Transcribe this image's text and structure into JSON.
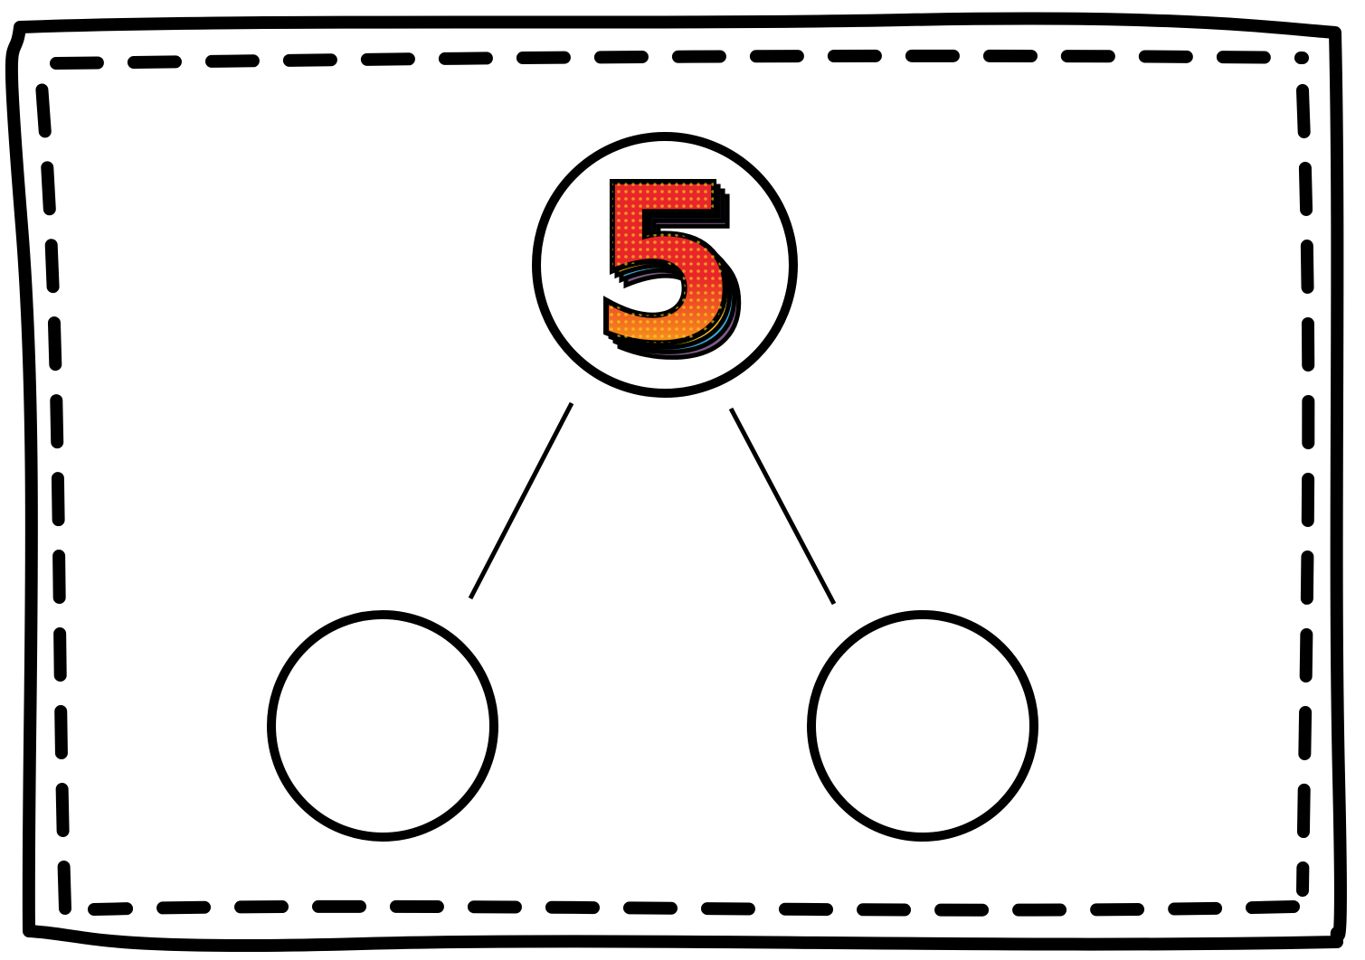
{
  "worksheet": {
    "whole_number": "5",
    "left_part": "",
    "right_part": ""
  },
  "colors": {
    "ink": "#000000",
    "paper": "#ffffff",
    "digit_fill_top": "#e8262a",
    "digit_fill_bottom": "#ffe11a",
    "digit_shadow_blue": "#3aa7d9",
    "digit_shadow_purple": "#7b5c86",
    "digit_highlight": "#f6c21a"
  },
  "icons": {
    "frame": "stitched-border-frame",
    "whole": "comic-number-five"
  }
}
